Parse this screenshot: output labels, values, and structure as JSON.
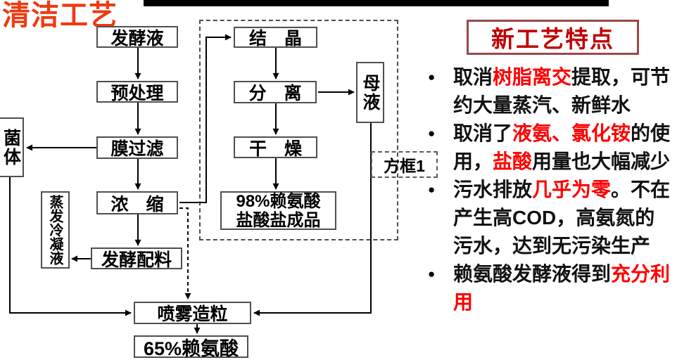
{
  "page_title": "清洁工艺",
  "colors": {
    "title_red": "#ee3a12",
    "features_title_red": "#c00000",
    "features_border_maroon": "#9a4848",
    "highlight_red": "#ff0000",
    "flow_line": "#000000",
    "box_border": "#4f4f4f"
  },
  "flow": {
    "nodes": {
      "fermentation_broth": "发酵液",
      "pretreatment": "预处理",
      "membrane_filtration": "膜过滤",
      "concentration": "浓　缩",
      "fermentation_ingredients": "发酵配料",
      "spray_granulation": "喷雾造粒",
      "lysine_65": "65%赖氨酸",
      "bacteria": "菌体",
      "evaporation_condensate": "蒸发冷凝液",
      "crystallization": "结　晶",
      "separation": "分　离",
      "drying": "干　燥",
      "product_98_line1": "98%赖氨酸",
      "product_98_line2": "盐酸盐成品",
      "mother_liquor": "母液",
      "box1_label": "方框1"
    }
  },
  "features": {
    "title": "新工艺特点",
    "bullet_glyph": "●",
    "bullets": [
      {
        "lines": [
          [
            {
              "t": "取消"
            },
            {
              "t": "树脂离交",
              "red": true
            },
            {
              "t": "提取，可节"
            }
          ],
          [
            {
              "t": "约大量蒸汽、新鲜水"
            }
          ]
        ]
      },
      {
        "lines": [
          [
            {
              "t": "取消了"
            },
            {
              "t": "液氨、",
              "red": true
            },
            {
              "t": "氯化铵",
              "red": true
            },
            {
              "t": "的使"
            }
          ],
          [
            {
              "t": "用，"
            },
            {
              "t": "盐酸",
              "red": true
            },
            {
              "t": "用量也大幅减少"
            }
          ]
        ]
      },
      {
        "lines": [
          [
            {
              "t": "污水排放"
            },
            {
              "t": "几乎为零",
              "red": true
            },
            {
              "t": "。不在"
            }
          ],
          [
            {
              "t": "产生高COD，高氨氮的"
            }
          ],
          [
            {
              "t": "污水，达到无污染生产"
            }
          ]
        ]
      },
      {
        "lines": [
          [
            {
              "t": "赖氨酸发酵液得到"
            },
            {
              "t": "充分利",
              "red": true
            }
          ],
          [
            {
              "t": "用",
              "red": true
            }
          ]
        ]
      }
    ]
  }
}
